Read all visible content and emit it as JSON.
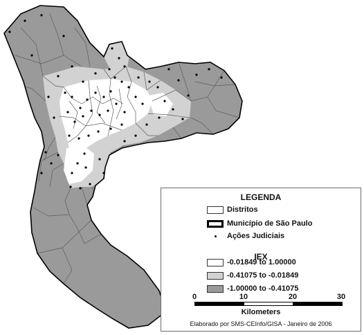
{
  "legend": {
    "title": "LEGENDA",
    "items": [
      {
        "symbol": "thin-outline",
        "label": "Distritos"
      },
      {
        "symbol": "thick-outline",
        "label": "Município de São Paulo"
      },
      {
        "symbol": "dot",
        "label": "Ações Judiciais"
      }
    ],
    "iex_title": "IEX",
    "classes": [
      {
        "label": "-0.01849 to 1.00000",
        "color": "#ffffff"
      },
      {
        "label": "-0.41075 to -0.01849",
        "color": "#d2d2d2"
      },
      {
        "label": "-1.00000 to -0.41075",
        "color": "#9a9a9a"
      }
    ]
  },
  "scale": {
    "ticks": [
      "0",
      "10",
      "20",
      "30"
    ],
    "units": "Kilometers"
  },
  "credit": "Elaborado por SMS-CEInfo/GISA - Janeiro de 2006"
}
